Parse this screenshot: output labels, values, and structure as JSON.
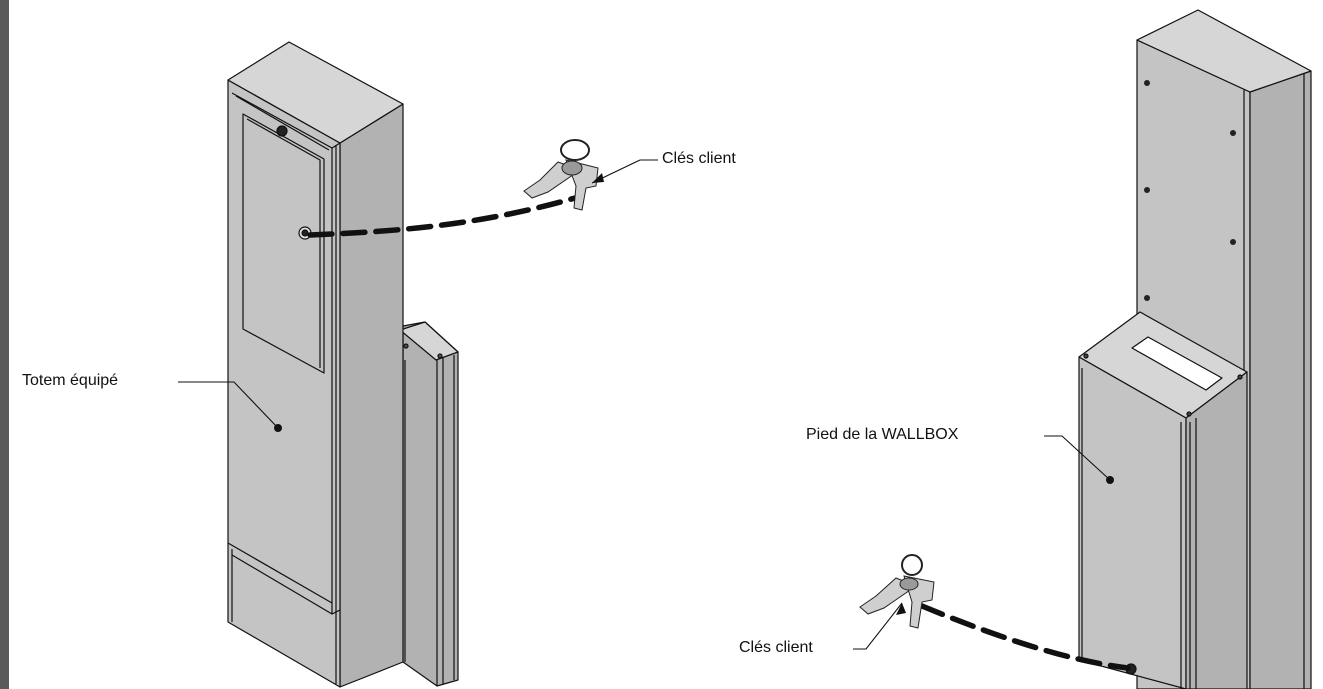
{
  "labels": {
    "totem": "Totem équipé",
    "keys_top": "Clés client",
    "wallbox_base": "Pied de la WALLBOX",
    "keys_bottom": "Clés client"
  },
  "colors": {
    "frame_strip": "#5a5a5a",
    "panel_front": "#c4c4c4",
    "panel_side": "#b2b2b2",
    "panel_top": "#d6d6d6",
    "outline": "#111111",
    "dashed_link": "#111111",
    "key_metal": "#c9c9c9"
  },
  "icons": {
    "keys": "key-bunch-icon",
    "lock": "lock-icon",
    "leader_dot": "leader-dot-icon"
  }
}
